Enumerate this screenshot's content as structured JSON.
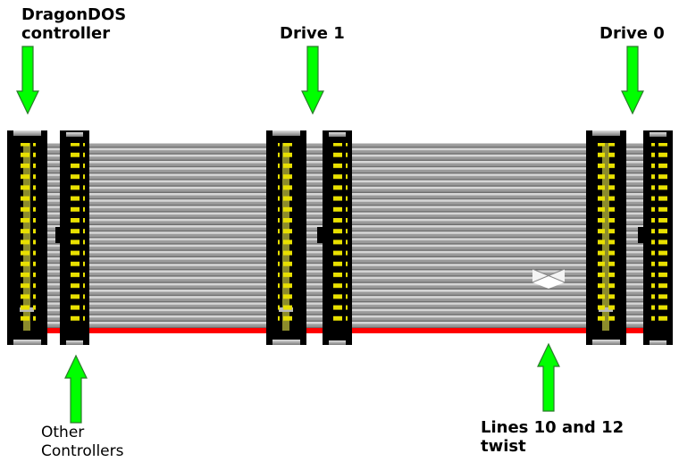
{
  "labels": {
    "controller_line1": "DragonDOS",
    "controller_line2": "controller",
    "drive1": "Drive 1",
    "drive0": "Drive 0",
    "other_line1": "Other",
    "other_line2": "Controllers",
    "twist_line1": "Lines 10 and 12",
    "twist_line2": "twist"
  },
  "colors": {
    "cable": "#a0a0a0",
    "cable_stripe": "#e0e0e0",
    "pin1_wire": "#ff0000",
    "connector": "#000000",
    "pin": "#e8e000",
    "arrow_fill": "#00ff00",
    "arrow_stroke": "#2a7a2a"
  },
  "connectors": [
    {
      "name": "dragondos-controller-connector",
      "type": "socket-with-shroud"
    },
    {
      "name": "other-controllers-connector",
      "type": "plug"
    },
    {
      "name": "drive1-socket-connector",
      "type": "socket-with-shroud"
    },
    {
      "name": "drive1-plug-connector",
      "type": "plug"
    },
    {
      "name": "drive0-socket-connector",
      "type": "socket-with-shroud"
    },
    {
      "name": "drive0-plug-connector",
      "type": "plug"
    }
  ]
}
